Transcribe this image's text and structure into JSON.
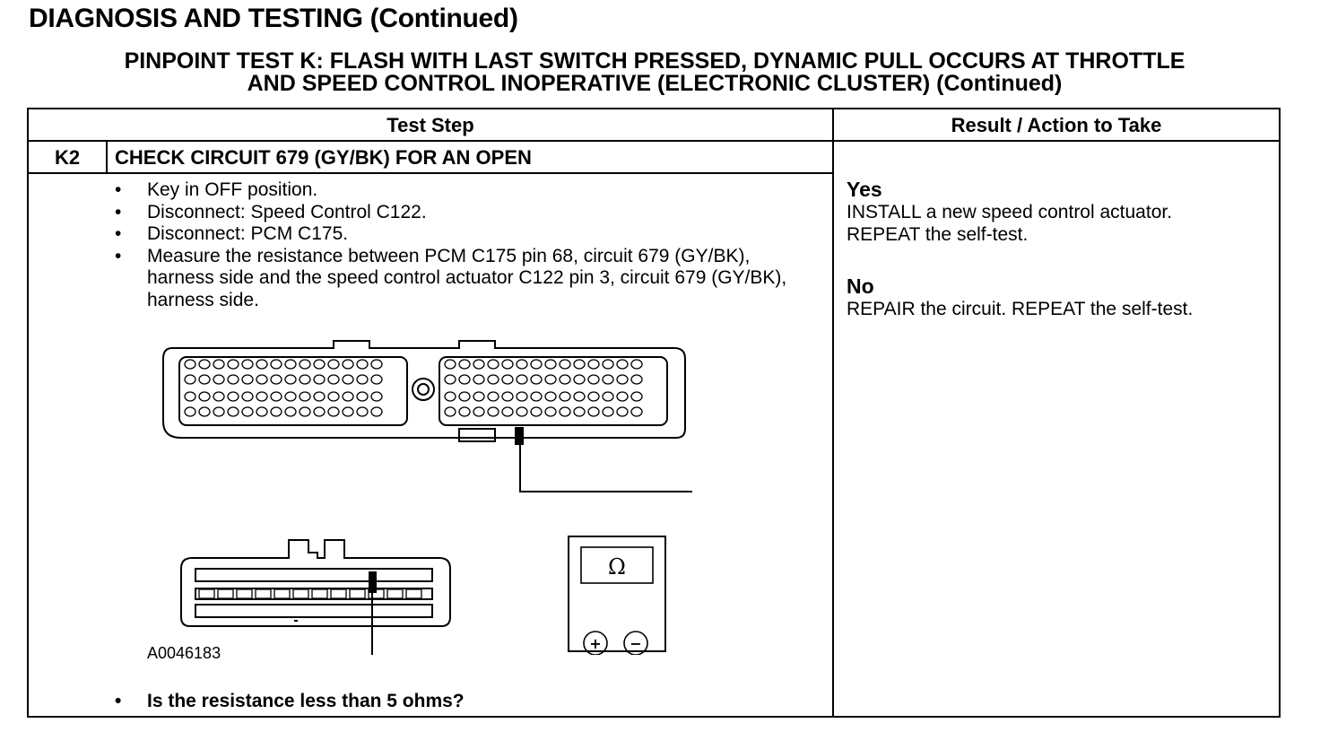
{
  "page": {
    "title": "DIAGNOSIS AND TESTING (Continued)",
    "test_title_line1": "PINPOINT TEST K: FLASH WITH LAST SWITCH PRESSED, DYNAMIC PULL OCCURS AT THROTTLE",
    "test_title_line2": "AND SPEED CONTROL INOPERATIVE (ELECTRONIC CLUSTER) (Continued)"
  },
  "table": {
    "header_test_step": "Test Step",
    "header_result": "Result / Action to Take",
    "step_id": "K2",
    "step_title": "CHECK CIRCUIT 679 (GY/BK) FOR AN OPEN",
    "bullets": [
      "Key in OFF position.",
      "Disconnect: Speed Control C122.",
      "Disconnect: PCM C175.",
      "Measure the resistance between PCM C175 pin 68, circuit 679 (GY/BK), harness side and the speed control actuator C122 pin 3, circuit 679 (GY/BK), harness side."
    ],
    "figure_id": "A0046183",
    "question": "Is the resistance less than 5 ohms?",
    "results": [
      {
        "label": "Yes",
        "line1": "INSTALL a new speed control actuator.",
        "line2": "REPEAT the self-test."
      },
      {
        "label": "No",
        "line1": "REPAIR the circuit. REPEAT the self-test."
      }
    ]
  },
  "diagram": {
    "meter_symbol": "Ω",
    "plus_symbol": "+",
    "minus_symbol": "−"
  }
}
